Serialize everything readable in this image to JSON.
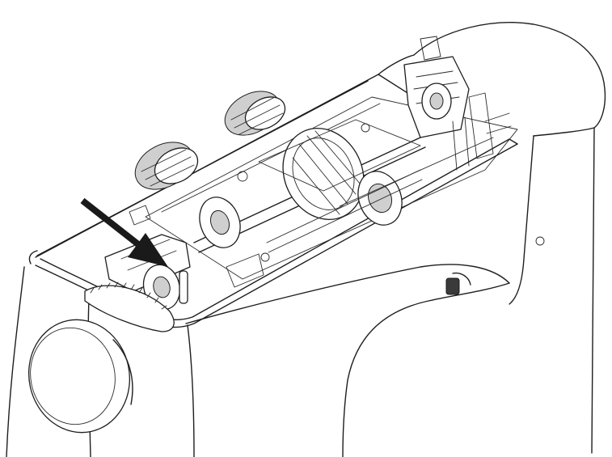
{
  "figure": {
    "subject": "sewing-machine-top-cover-removed",
    "callouts": [
      {
        "kind": "arrow",
        "target": "takeup-cam-component",
        "color": "#1a1a1a"
      }
    ]
  },
  "colors": {
    "line": "#1e1e1e",
    "background": "#ffffff",
    "arrow": "#1a1a1a"
  }
}
